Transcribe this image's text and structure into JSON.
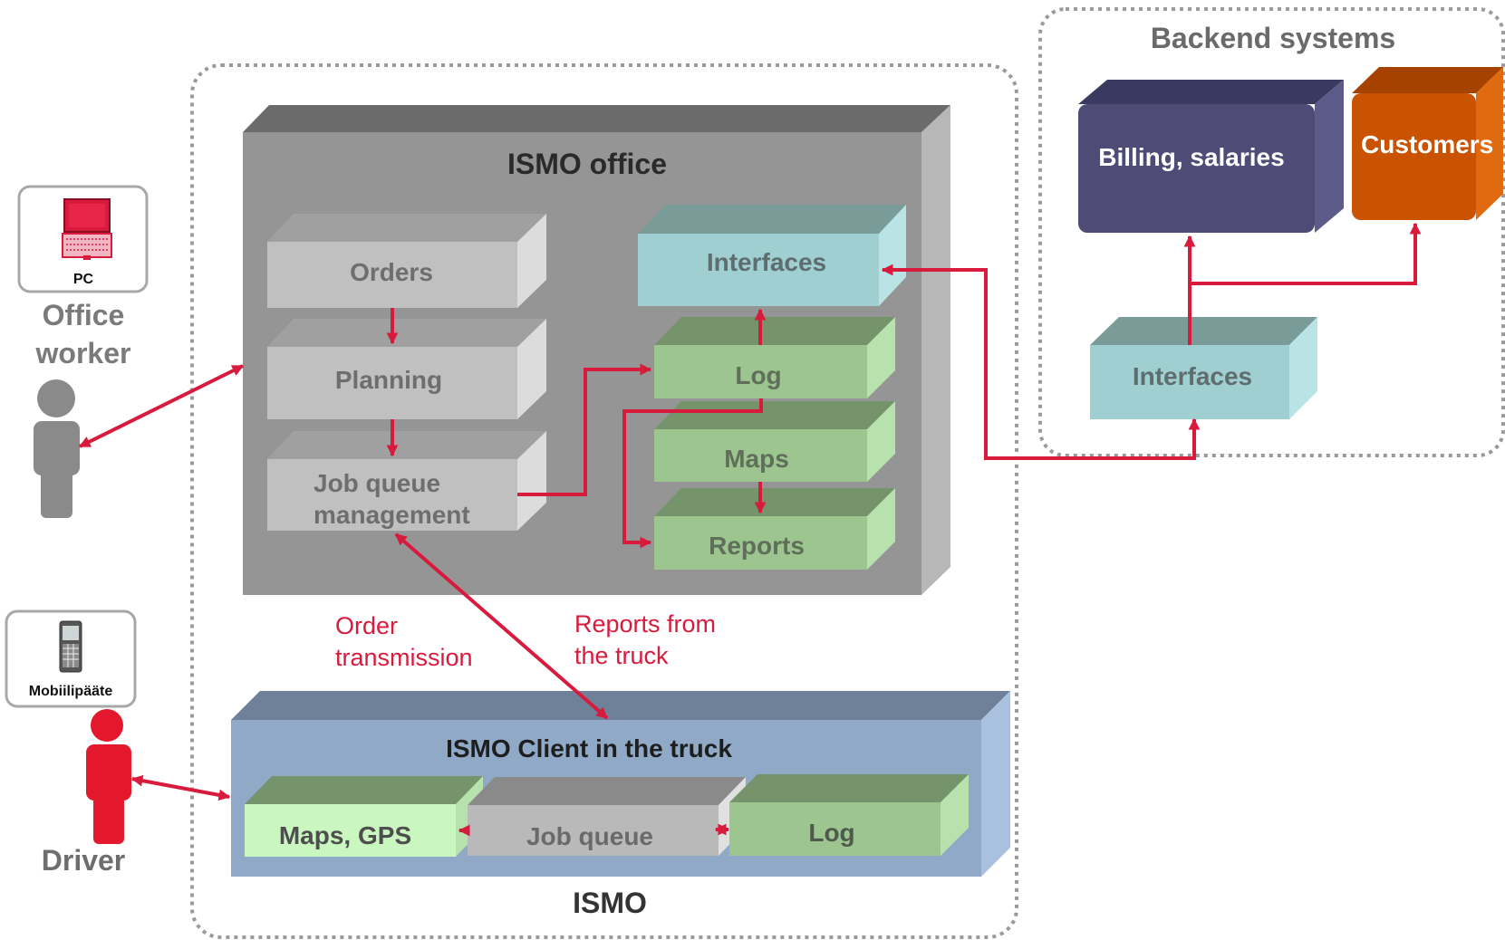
{
  "actors": {
    "pc_label": "PC",
    "office_worker_line1": "Office",
    "office_worker_line2": "worker",
    "mobile_label": "Mobiilipääte",
    "driver_label": "Driver"
  },
  "ismo": {
    "title": "ISMO",
    "office": {
      "title": "ISMO office",
      "orders": "Orders",
      "planning": "Planning",
      "job_queue_line1": "Job queue",
      "job_queue_line2": "management",
      "interfaces": "Interfaces",
      "log": "Log",
      "maps": "Maps",
      "reports": "Reports"
    },
    "client": {
      "title": "ISMO Client in the truck",
      "maps_gps": "Maps, GPS",
      "job_queue": "Job queue",
      "log": "Log"
    },
    "labels": {
      "order_line1": "Order",
      "order_line2": "transmission",
      "reports_line1": "Reports from",
      "reports_line2": "the truck"
    }
  },
  "backend": {
    "title": "Backend systems",
    "billing": "Billing, salaries",
    "customers": "Customers",
    "interfaces": "Interfaces"
  },
  "colors": {
    "accent_red": "#d81b3c",
    "office_gray": "#959595",
    "client_blue": "#8fa9c6",
    "green_box": "#9cc58f",
    "teal_box": "#9fcfd0",
    "billing_navy": "#4e4c76",
    "customers_orange": "#c95300"
  }
}
